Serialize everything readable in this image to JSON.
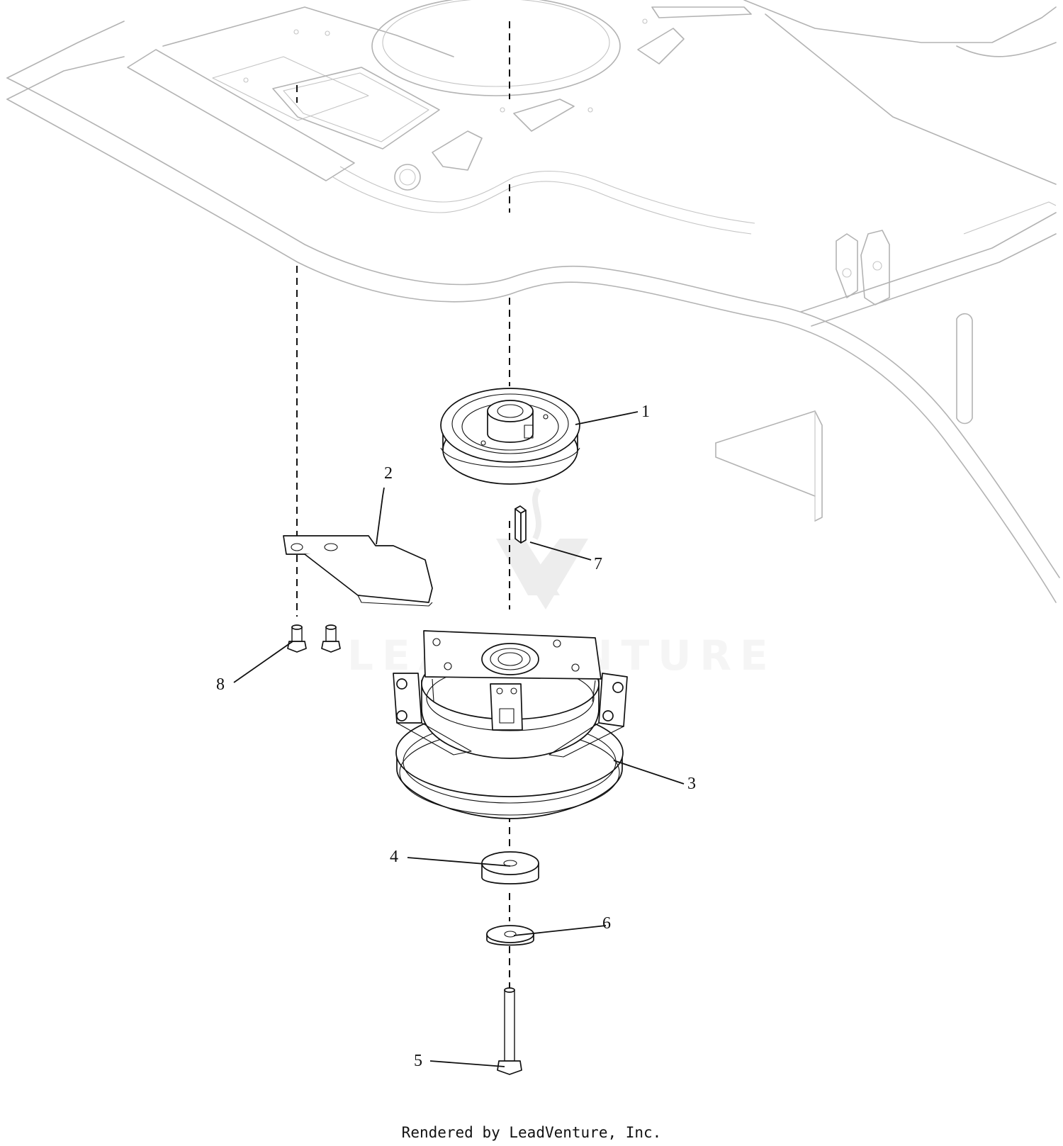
{
  "callouts": [
    {
      "id": "1",
      "label": "1"
    },
    {
      "id": "2",
      "label": "2"
    },
    {
      "id": "3",
      "label": "3"
    },
    {
      "id": "4",
      "label": "4"
    },
    {
      "id": "5",
      "label": "5"
    },
    {
      "id": "6",
      "label": "6"
    },
    {
      "id": "7",
      "label": "7"
    },
    {
      "id": "8",
      "label": "8"
    }
  ],
  "watermark": {
    "text": "LEADVENTURE"
  },
  "footer": {
    "text": "Rendered by LeadVenture, Inc."
  }
}
